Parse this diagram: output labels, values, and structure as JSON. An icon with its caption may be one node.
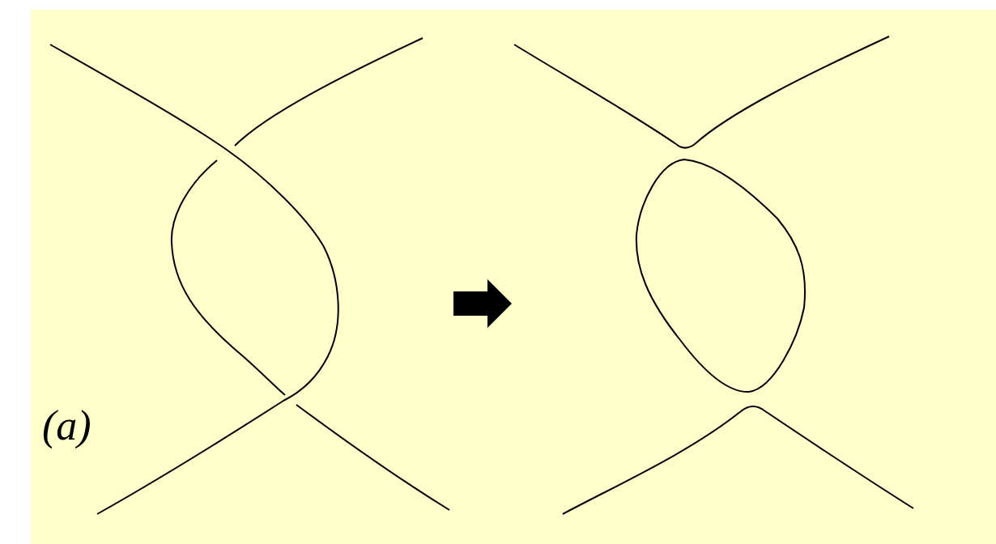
{
  "diagram": {
    "nodes": [
      {
        "text": [],
        "shape": "picture"
      },
      {
        "text": [],
        "shape": "picture"
      }
    ],
    "edges": [
      {
        "from": 0,
        "to": 1,
        "arrow": "to"
      }
    ],
    "labels": [
      "(a)"
    ]
  }
}
